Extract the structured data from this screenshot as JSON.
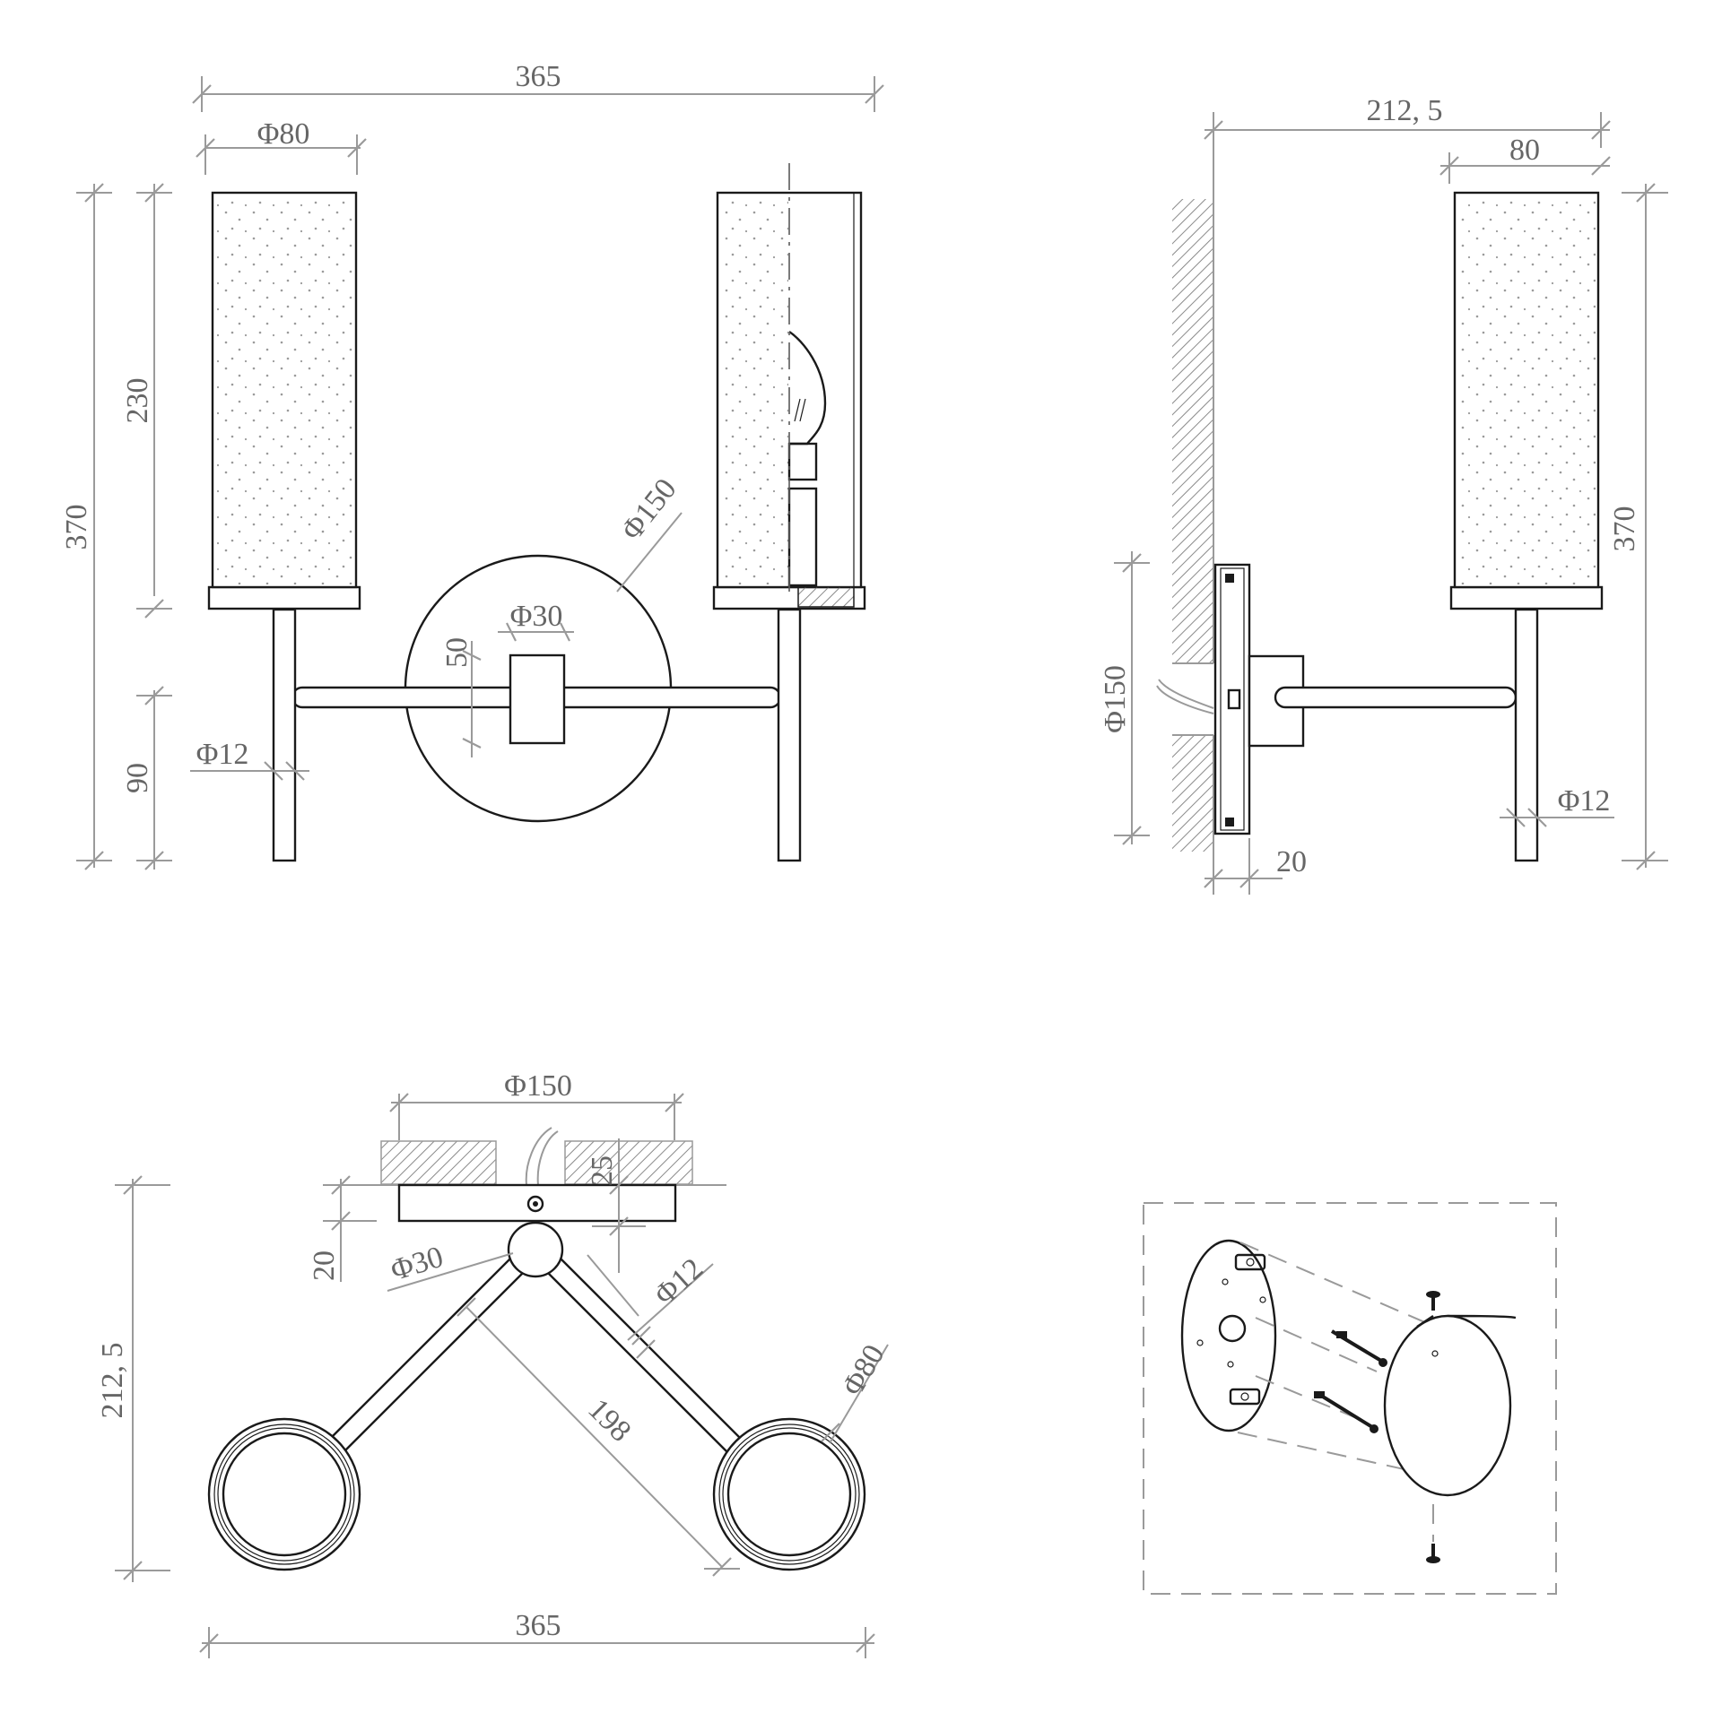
{
  "front_view": {
    "overall_width": "365",
    "shade_diameter": "Φ80",
    "overall_height": "370",
    "shade_height": "230",
    "base_diameter": "Φ150",
    "hub_diameter": "Φ30",
    "hub_height": "50",
    "tube_diameter": "Φ12",
    "stem_height": "90"
  },
  "side_view": {
    "projection": "212, 5",
    "shade_diameter": "80",
    "overall_height": "370",
    "base_diameter": "Φ150",
    "tube_diameter": "Φ12",
    "base_thickness": "20"
  },
  "top_view": {
    "base_diameter": "Φ150",
    "recess_depth": "25",
    "base_thickness": "20",
    "hub_diameter": "Φ30",
    "tube_diameter": "Φ12",
    "shade_diameter": "Φ80",
    "arm_length": "198",
    "projection": "212, 5",
    "overall_width": "365"
  },
  "colors": {
    "outline": "#1a1a1a",
    "dimension": "#9a9a9a",
    "hatch": "#8a8a8a"
  }
}
